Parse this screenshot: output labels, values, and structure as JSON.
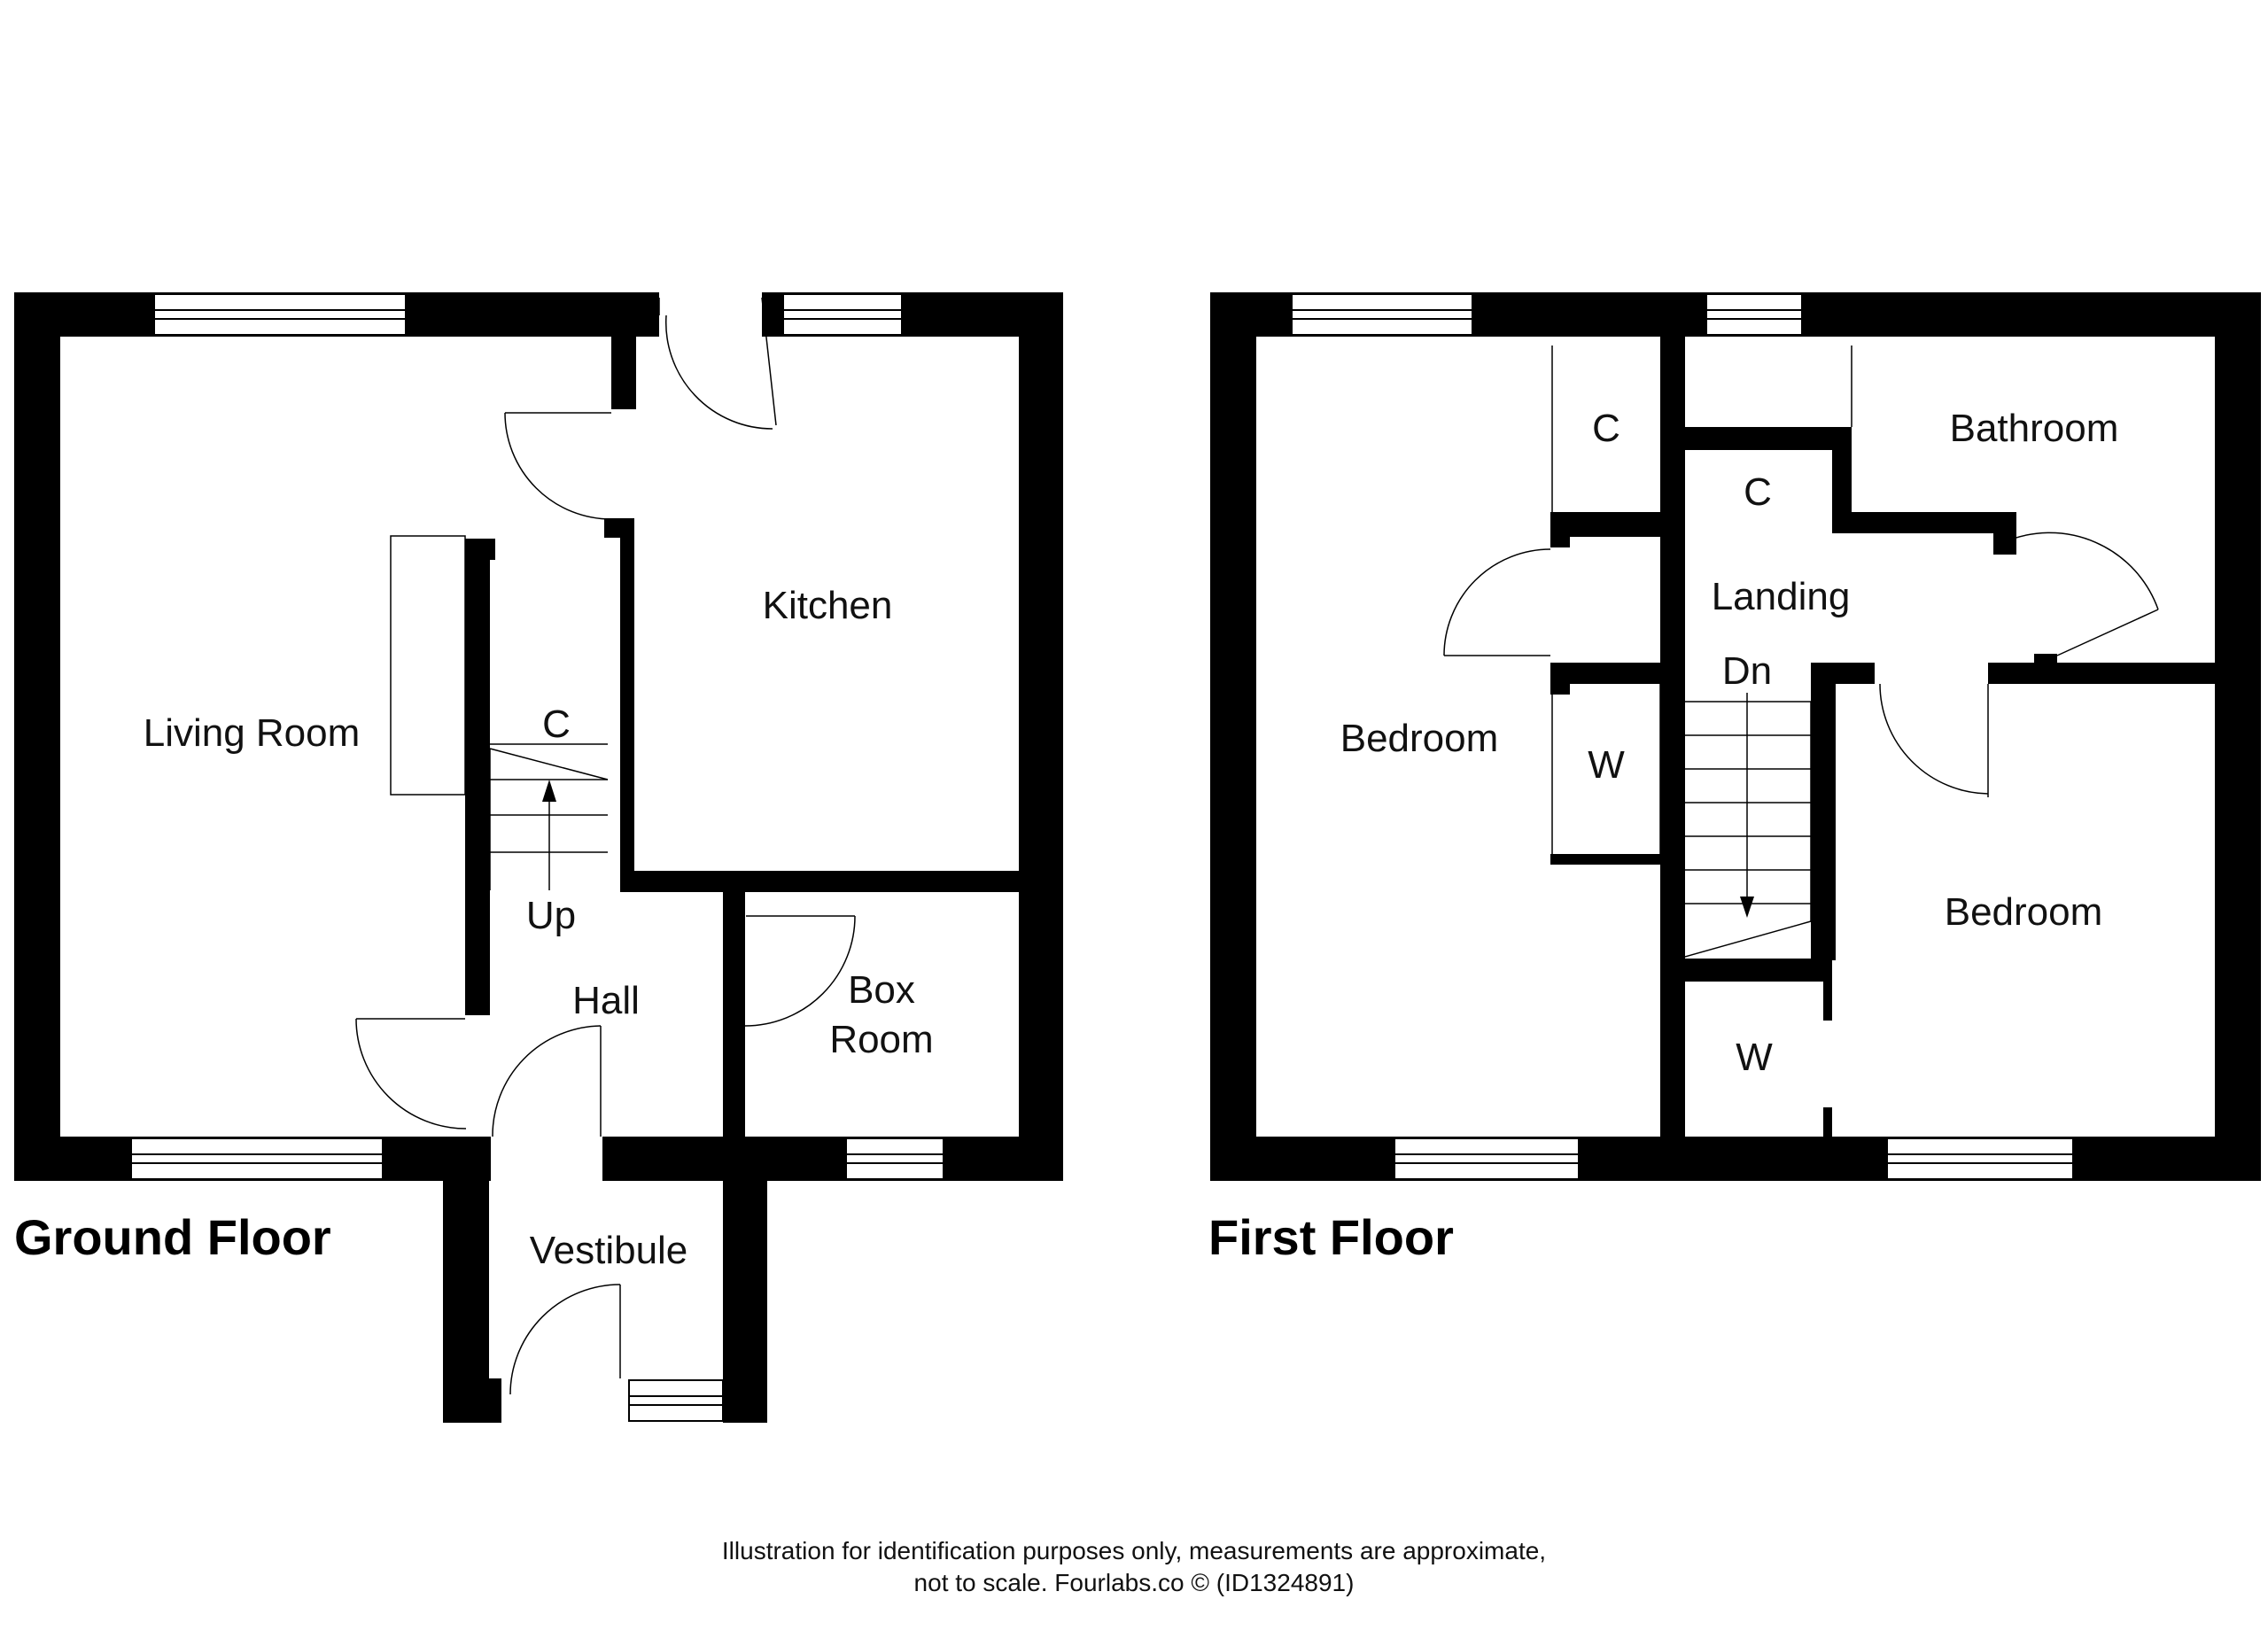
{
  "ground_floor": {
    "title": "Ground Floor",
    "rooms": {
      "living_room": "Living Room",
      "kitchen": "Kitchen",
      "cupboard": "C",
      "stairs_up": "Up",
      "hall": "Hall",
      "box_room_line1": "Box",
      "box_room_line2": "Room",
      "vestibule": "Vestibule"
    }
  },
  "first_floor": {
    "title": "First Floor",
    "rooms": {
      "cupboard_1": "C",
      "cupboard_2": "C",
      "bathroom": "Bathroom",
      "landing": "Landing",
      "stairs_down": "Dn",
      "bedroom_1": "Bedroom",
      "wardrobe_1": "W",
      "bedroom_2": "Bedroom",
      "wardrobe_2": "W"
    }
  },
  "disclaimer": {
    "line1": "Illustration for identification purposes only, measurements are approximate,",
    "line2": "not to scale. Fourlabs.co © (ID1324891)"
  }
}
